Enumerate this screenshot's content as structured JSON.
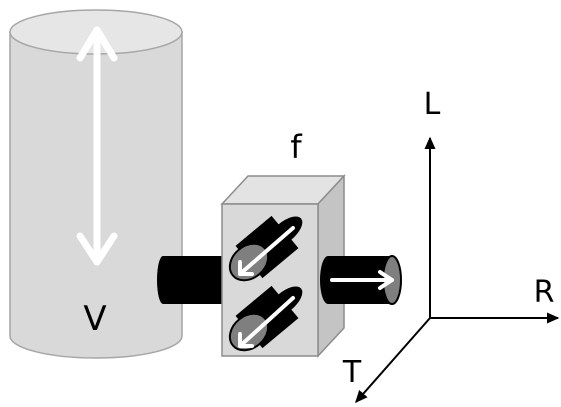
{
  "labels": {
    "volume": "V",
    "flow": "f",
    "axis_vertical": "L",
    "axis_right": "R",
    "axis_depth": "T"
  },
  "colors": {
    "cylinder_body": "#d9d9d9",
    "cylinder_top": "#e6e6e6",
    "block_front": "#d9d9d9",
    "block_top": "#e3e3e3",
    "block_side": "#c4c4c4",
    "tube": "#000000",
    "tube_end": "#7f7f7f",
    "arrow_light": "#ffffff",
    "axes": "#000000"
  },
  "icons": {
    "volume_arrow": "double-headed-vertical-arrow",
    "outlet_arrow": "right-arrow",
    "port_arrows": "diagonal-down-left-arrow"
  }
}
